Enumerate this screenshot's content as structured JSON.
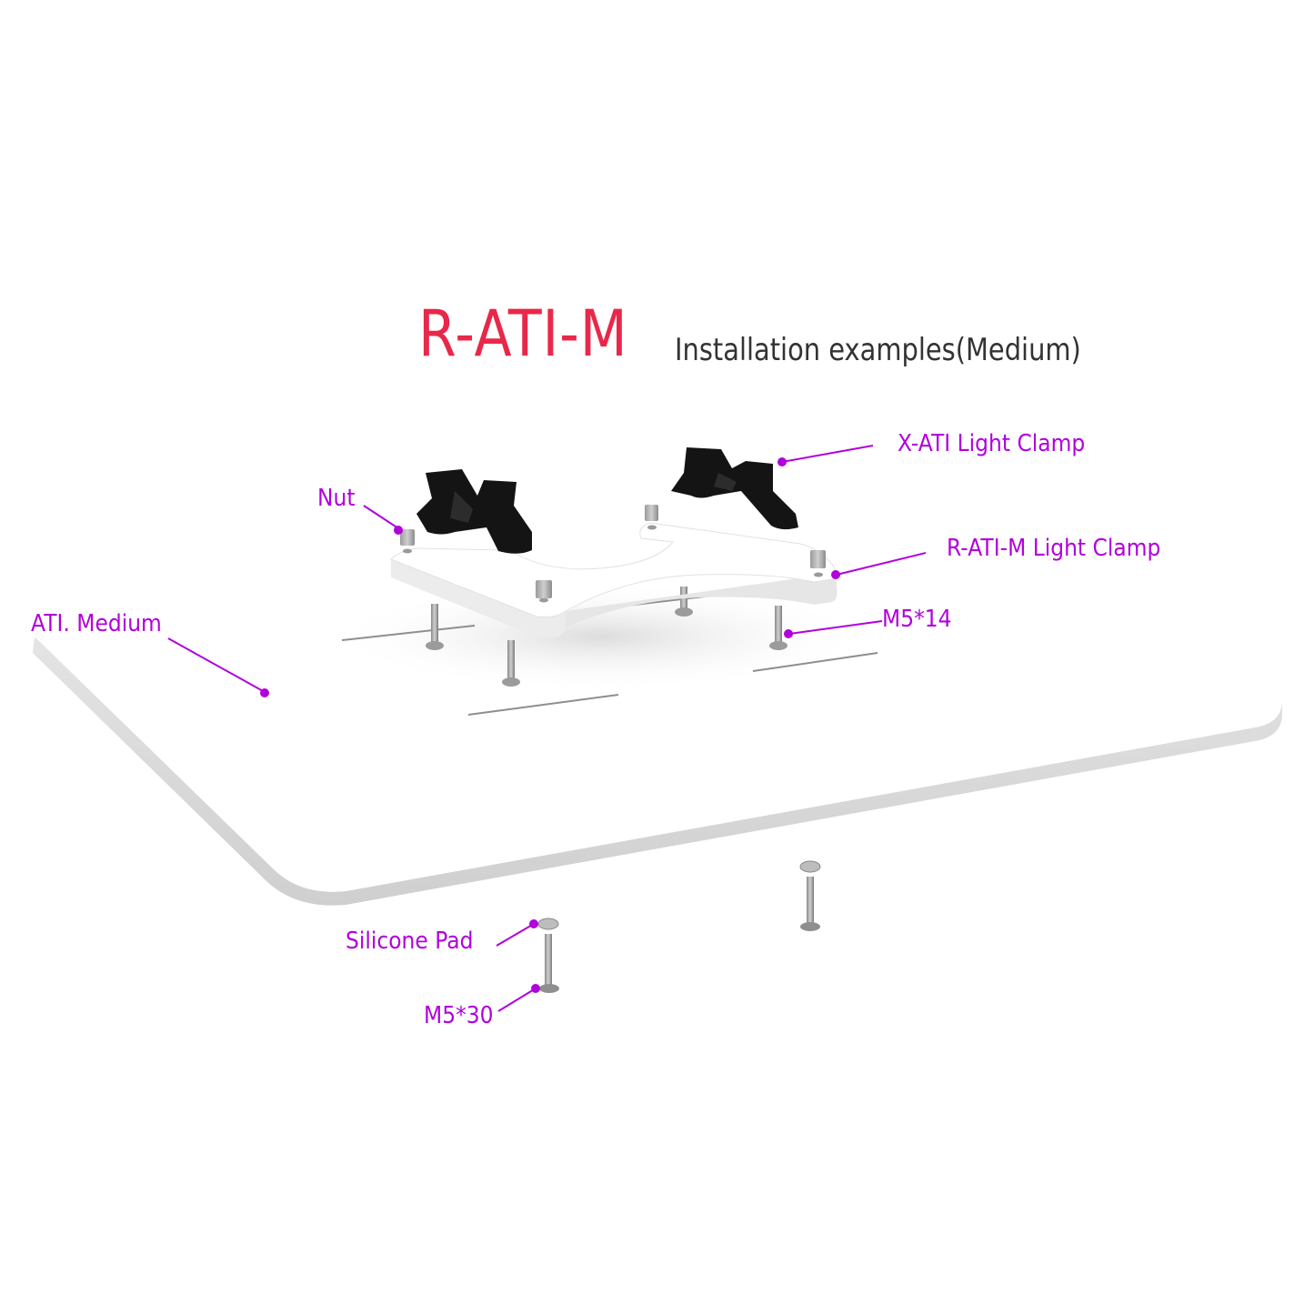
{
  "title": {
    "model": "R-ATI-M",
    "subtitle": "Installation examples(Medium)",
    "model_color": "#e8284a",
    "subtitle_color": "#333333"
  },
  "labels": {
    "x_ati_light_clamp": "X-ATI Light Clamp",
    "nut": "Nut",
    "r_ati_m_light_clamp": "R-ATI-M Light Clamp",
    "ati_medium": "ATI. Medium",
    "m5_14": "M5*14",
    "silicone_pad": "Silicone Pad",
    "m5_30": "M5*30",
    "label_color": "#b100dc"
  },
  "parts": [
    {
      "name": "ATI. Medium",
      "type": "base-plate"
    },
    {
      "name": "R-ATI-M Light Clamp",
      "type": "bracket"
    },
    {
      "name": "X-ATI Light Clamp",
      "type": "clamp",
      "count": 2
    },
    {
      "name": "Nut",
      "type": "nut",
      "count": 4
    },
    {
      "name": "M5*14",
      "type": "screw",
      "count": 4
    },
    {
      "name": "M5*30",
      "type": "screw",
      "count": 2
    },
    {
      "name": "Silicone Pad",
      "type": "pad",
      "count": 2
    }
  ]
}
